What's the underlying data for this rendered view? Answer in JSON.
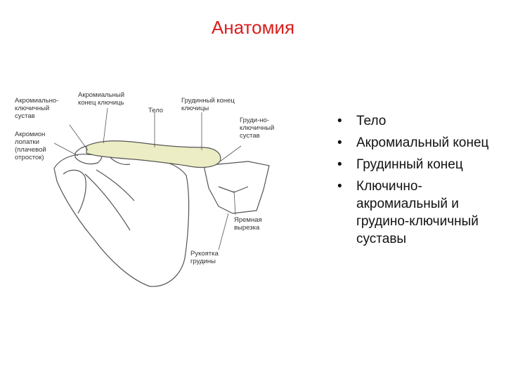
{
  "slide": {
    "title": "Анатомия"
  },
  "figure": {
    "labels": {
      "acromioclavicular_joint": [
        "Акромиально-",
        "ключичный",
        "сустав"
      ],
      "acromial_end": [
        "Акромиальный",
        "конец ключиць"
      ],
      "body": [
        "Тело"
      ],
      "sternal_end": [
        "Грудинный конец",
        "ключицы"
      ],
      "sternoclavicular_joint": [
        "Груди-но-",
        "ключичный",
        "сустав"
      ],
      "acromion": [
        "Акромион",
        "лопатки",
        "(плачевой",
        "отросток)"
      ],
      "jugular_notch": [
        "Яремная",
        "вырезка"
      ],
      "manubrium": [
        "Рукоятка",
        "грудины"
      ]
    },
    "colors": {
      "clavicle_fill": "#ecedc4",
      "line": "#555555"
    }
  },
  "bullets": [
    "Тело",
    "Акромиальный конец",
    "Грудинный конец",
    "Ключично-акромиальный и грудино-ключичный суставы"
  ]
}
